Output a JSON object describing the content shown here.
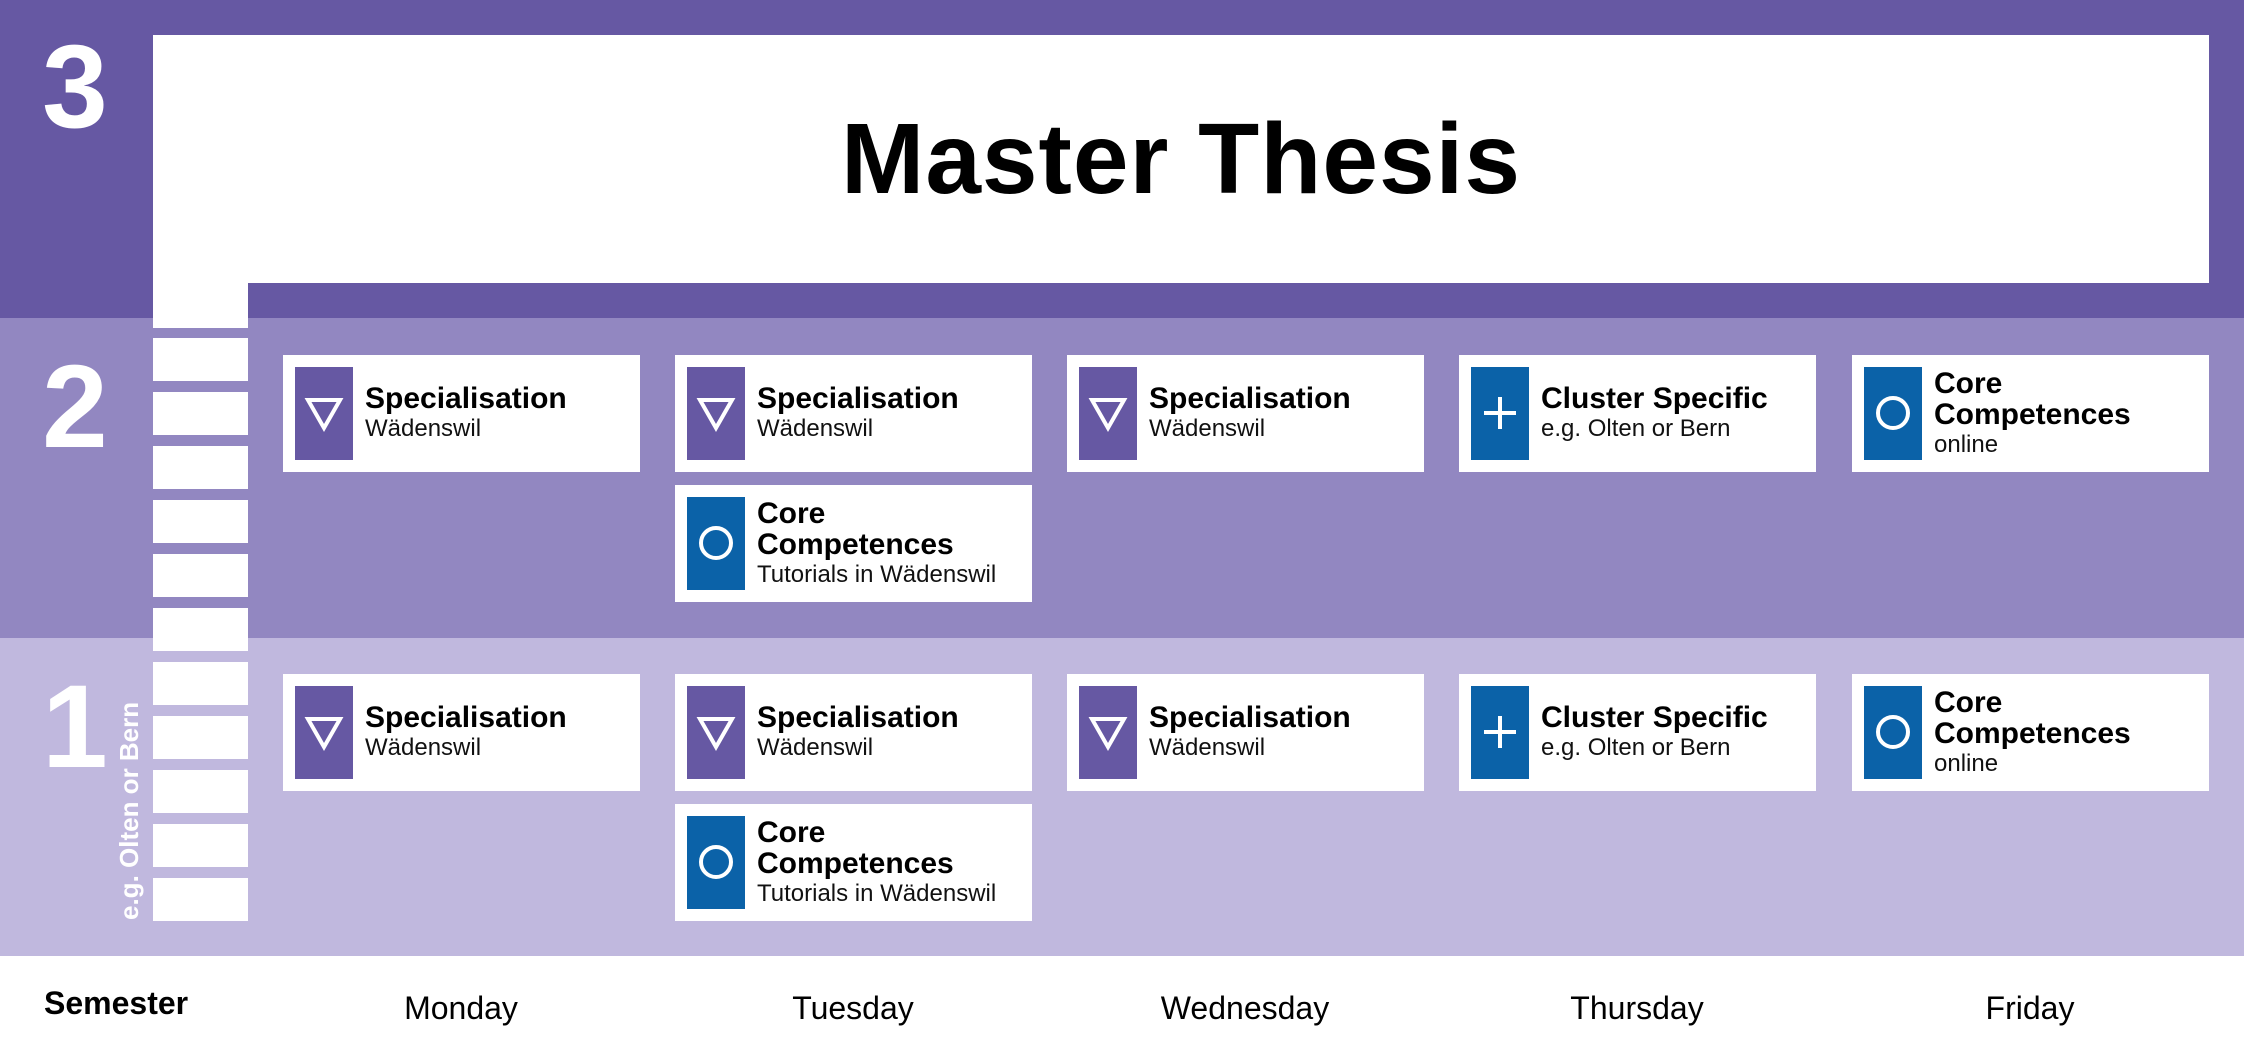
{
  "semesters": {
    "s3": "3",
    "s2": "2",
    "s1": "1"
  },
  "thesis": {
    "title": "Master Thesis"
  },
  "side_label": "e.g. Olten or Bern",
  "footer": {
    "semester_label": "Semester",
    "days": [
      "Monday",
      "Tuesday",
      "Wednesday",
      "Thursday",
      "Friday"
    ]
  },
  "semester2": {
    "monday": {
      "title": "Specialisation",
      "subtitle": "Wädenswil",
      "icon": "triangle-down-icon"
    },
    "tuesday": {
      "title": "Specialisation",
      "subtitle": "Wädenswil",
      "icon": "triangle-down-icon"
    },
    "tuesday_extra": {
      "title_line1": "Core",
      "title_line2": "Competences",
      "subtitle": "Tutorials in Wädenswil",
      "icon": "circle-icon"
    },
    "wednesday": {
      "title": "Specialisation",
      "subtitle": "Wädenswil",
      "icon": "triangle-down-icon"
    },
    "thursday": {
      "title": "Cluster Specific",
      "subtitle": "e.g. Olten or Bern",
      "icon": "plus-icon"
    },
    "friday": {
      "title_line1": "Core",
      "title_line2": "Competences",
      "subtitle": "online",
      "icon": "circle-icon"
    }
  },
  "semester1": {
    "monday": {
      "title": "Specialisation",
      "subtitle": "Wädenswil",
      "icon": "triangle-down-icon"
    },
    "tuesday": {
      "title": "Specialisation",
      "subtitle": "Wädenswil",
      "icon": "triangle-down-icon"
    },
    "tuesday_extra": {
      "title_line1": "Core",
      "title_line2": "Competences",
      "subtitle": "Tutorials in Wädenswil",
      "icon": "circle-icon"
    },
    "wednesday": {
      "title": "Specialisation",
      "subtitle": "Wädenswil",
      "icon": "triangle-down-icon"
    },
    "thursday": {
      "title": "Cluster Specific",
      "subtitle": "e.g. Olten or Bern",
      "icon": "plus-icon"
    },
    "friday": {
      "title_line1": "Core",
      "title_line2": "Competences",
      "subtitle": "online",
      "icon": "circle-icon"
    }
  },
  "colors": {
    "semester3_band": "#6658a3",
    "semester2_band": "#9287c1",
    "semester1_band": "#c0b8de",
    "specialisation_icon": "#6658a3",
    "cluster_core_icon": "#0b62a8"
  }
}
